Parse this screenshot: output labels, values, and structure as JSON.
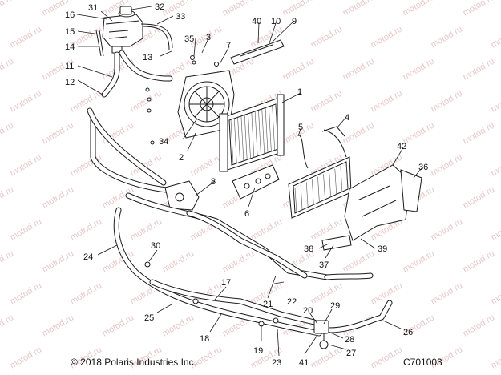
{
  "footer": {
    "copyright": "© 2018 Polaris Industries Inc.",
    "diagram_code": "C701003"
  },
  "watermark": "motod.ru",
  "callouts": {
    "c1": "1",
    "c2": "2",
    "c3": "3",
    "c4": "4",
    "c5": "5",
    "c6": "6",
    "c7": "7",
    "c8": "8",
    "c9": "9",
    "c10": "10",
    "c11": "11",
    "c12": "12",
    "c13": "13",
    "c14": "14",
    "c15": "15",
    "c16": "16",
    "c17": "17",
    "c18": "18",
    "c19": "19",
    "c20": "20",
    "c21": "21",
    "c22": "22",
    "c23": "23",
    "c24": "24",
    "c25": "25",
    "c26": "26",
    "c27": "27",
    "c28": "28",
    "c29": "29",
    "c30": "30",
    "c31": "31",
    "c32": "32",
    "c33": "33",
    "c34": "34",
    "c35": "35",
    "c36": "36",
    "c37": "37",
    "c38": "38",
    "c39": "39",
    "c40": "40",
    "c41": "41",
    "c42": "42"
  }
}
